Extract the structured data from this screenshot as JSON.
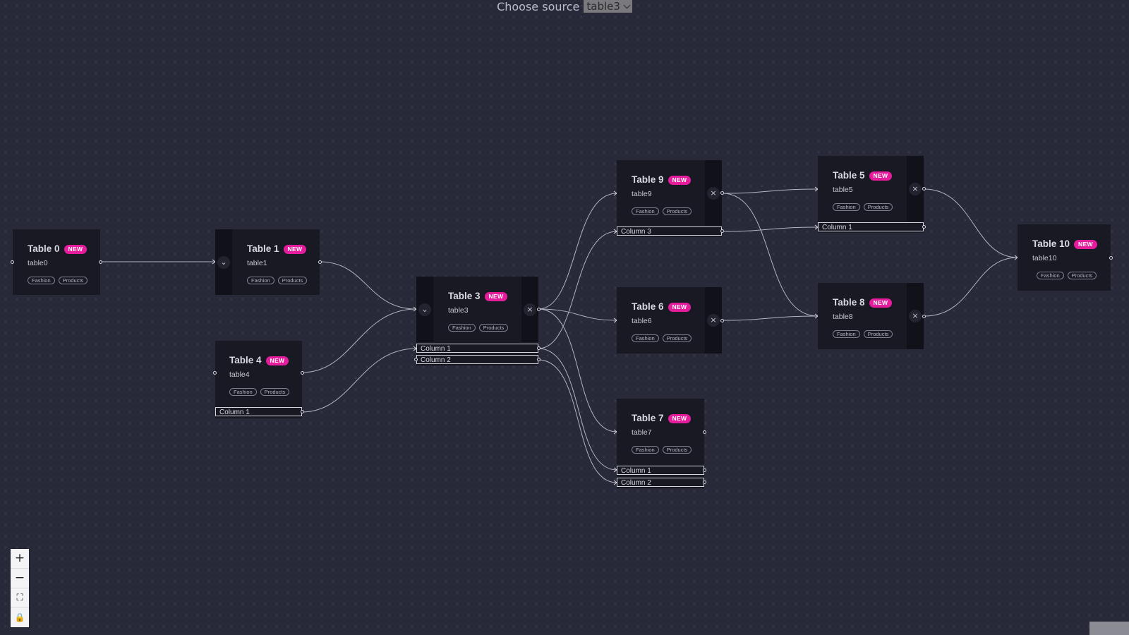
{
  "header": {
    "label": "Choose source",
    "selected": "table3"
  },
  "badge_text": "NEW",
  "tags": [
    "Fashion",
    "Products"
  ],
  "nodes": {
    "t0": {
      "title": "Table 0",
      "id": "table0"
    },
    "t1": {
      "title": "Table 1",
      "id": "table1",
      "collapse_icon": "⌄"
    },
    "t3": {
      "title": "Table 3",
      "id": "table3",
      "collapse_icon": "⌄",
      "close_icon": "×",
      "columns": [
        "Column 1",
        "Column 2"
      ]
    },
    "t4": {
      "title": "Table 4",
      "id": "table4",
      "columns": [
        "Column 1"
      ]
    },
    "t9": {
      "title": "Table 9",
      "id": "table9",
      "close_icon": "×",
      "columns": [
        "Column 3"
      ]
    },
    "t6": {
      "title": "Table 6",
      "id": "table6",
      "close_icon": "×"
    },
    "t7": {
      "title": "Table 7",
      "id": "table7",
      "columns": [
        "Column 1",
        "Column 2"
      ]
    },
    "t5": {
      "title": "Table 5",
      "id": "table5",
      "close_icon": "×",
      "columns": [
        "Column 1"
      ]
    },
    "t8": {
      "title": "Table 8",
      "id": "table8",
      "close_icon": "×"
    },
    "t10": {
      "title": "Table 10",
      "id": "table10"
    }
  },
  "controls": {
    "zoom_in": "+",
    "zoom_out": "−",
    "fit_view": "⛶",
    "lock": "🔒"
  },
  "colors": {
    "background": "#282a3a",
    "node": "#181922",
    "badge": "#e51d9d",
    "edge": "#c9cbd6"
  }
}
